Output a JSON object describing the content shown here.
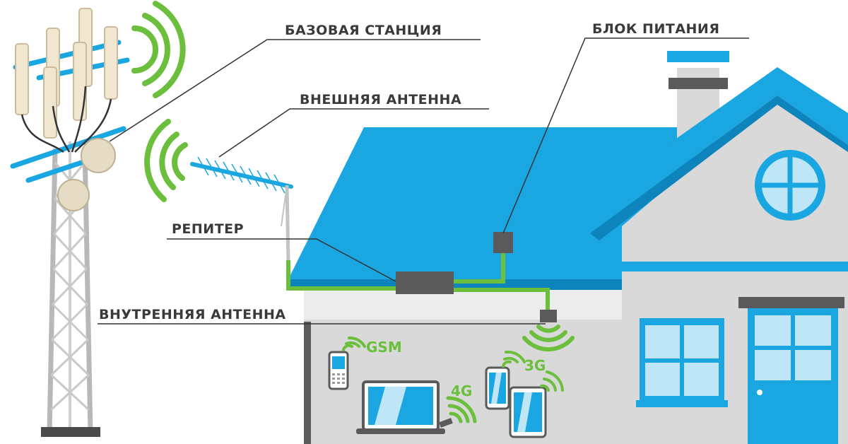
{
  "labels": {
    "base_station": "БАЗОВАЯ СТАНЦИЯ",
    "external_antenna": "ВНЕШНЯЯ АНТЕННА",
    "power_supply": "БЛОК ПИТАНИЯ",
    "repeater": "РЕПИТЕР",
    "internal_antenna": "ВНУТРЕННЯЯ АНТЕННА"
  },
  "networks": {
    "gsm": "GSM",
    "g3": "3G",
    "g4": "4G"
  },
  "colors": {
    "roof": "#1aa6e0",
    "roof_dark": "#0e84bd",
    "signal": "#6cbf3c",
    "wall": "#d9d9d9",
    "wall_dark": "#bdbdbd",
    "device_dark": "#5a5a5a",
    "text": "#3a3a3a"
  }
}
